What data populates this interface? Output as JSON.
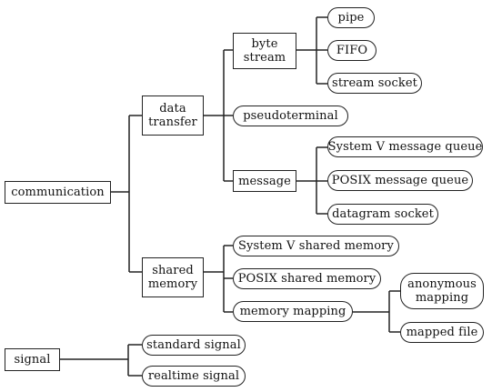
{
  "diagram": {
    "root_communication": "communication",
    "root_signal": "signal",
    "data_transfer": [
      "data",
      "transfer"
    ],
    "shared_memory": [
      "shared",
      "memory"
    ],
    "byte_stream": [
      "byte",
      "stream"
    ],
    "message": "message",
    "pseudoterminal": "pseudoterminal",
    "pipe": "pipe",
    "fifo": "FIFO",
    "stream_socket": "stream socket",
    "sysv_msg_queue": "System V message queue",
    "posix_msg_queue": "POSIX message queue",
    "datagram_socket": "datagram socket",
    "sysv_shm": "System V shared memory",
    "posix_shm": "POSIX shared memory",
    "memory_mapping": "memory mapping",
    "anonymous_mapping": [
      "anonymous",
      "mapping"
    ],
    "mapped_file": "mapped file",
    "standard_signal": "standard signal",
    "realtime_signal": "realtime signal"
  }
}
